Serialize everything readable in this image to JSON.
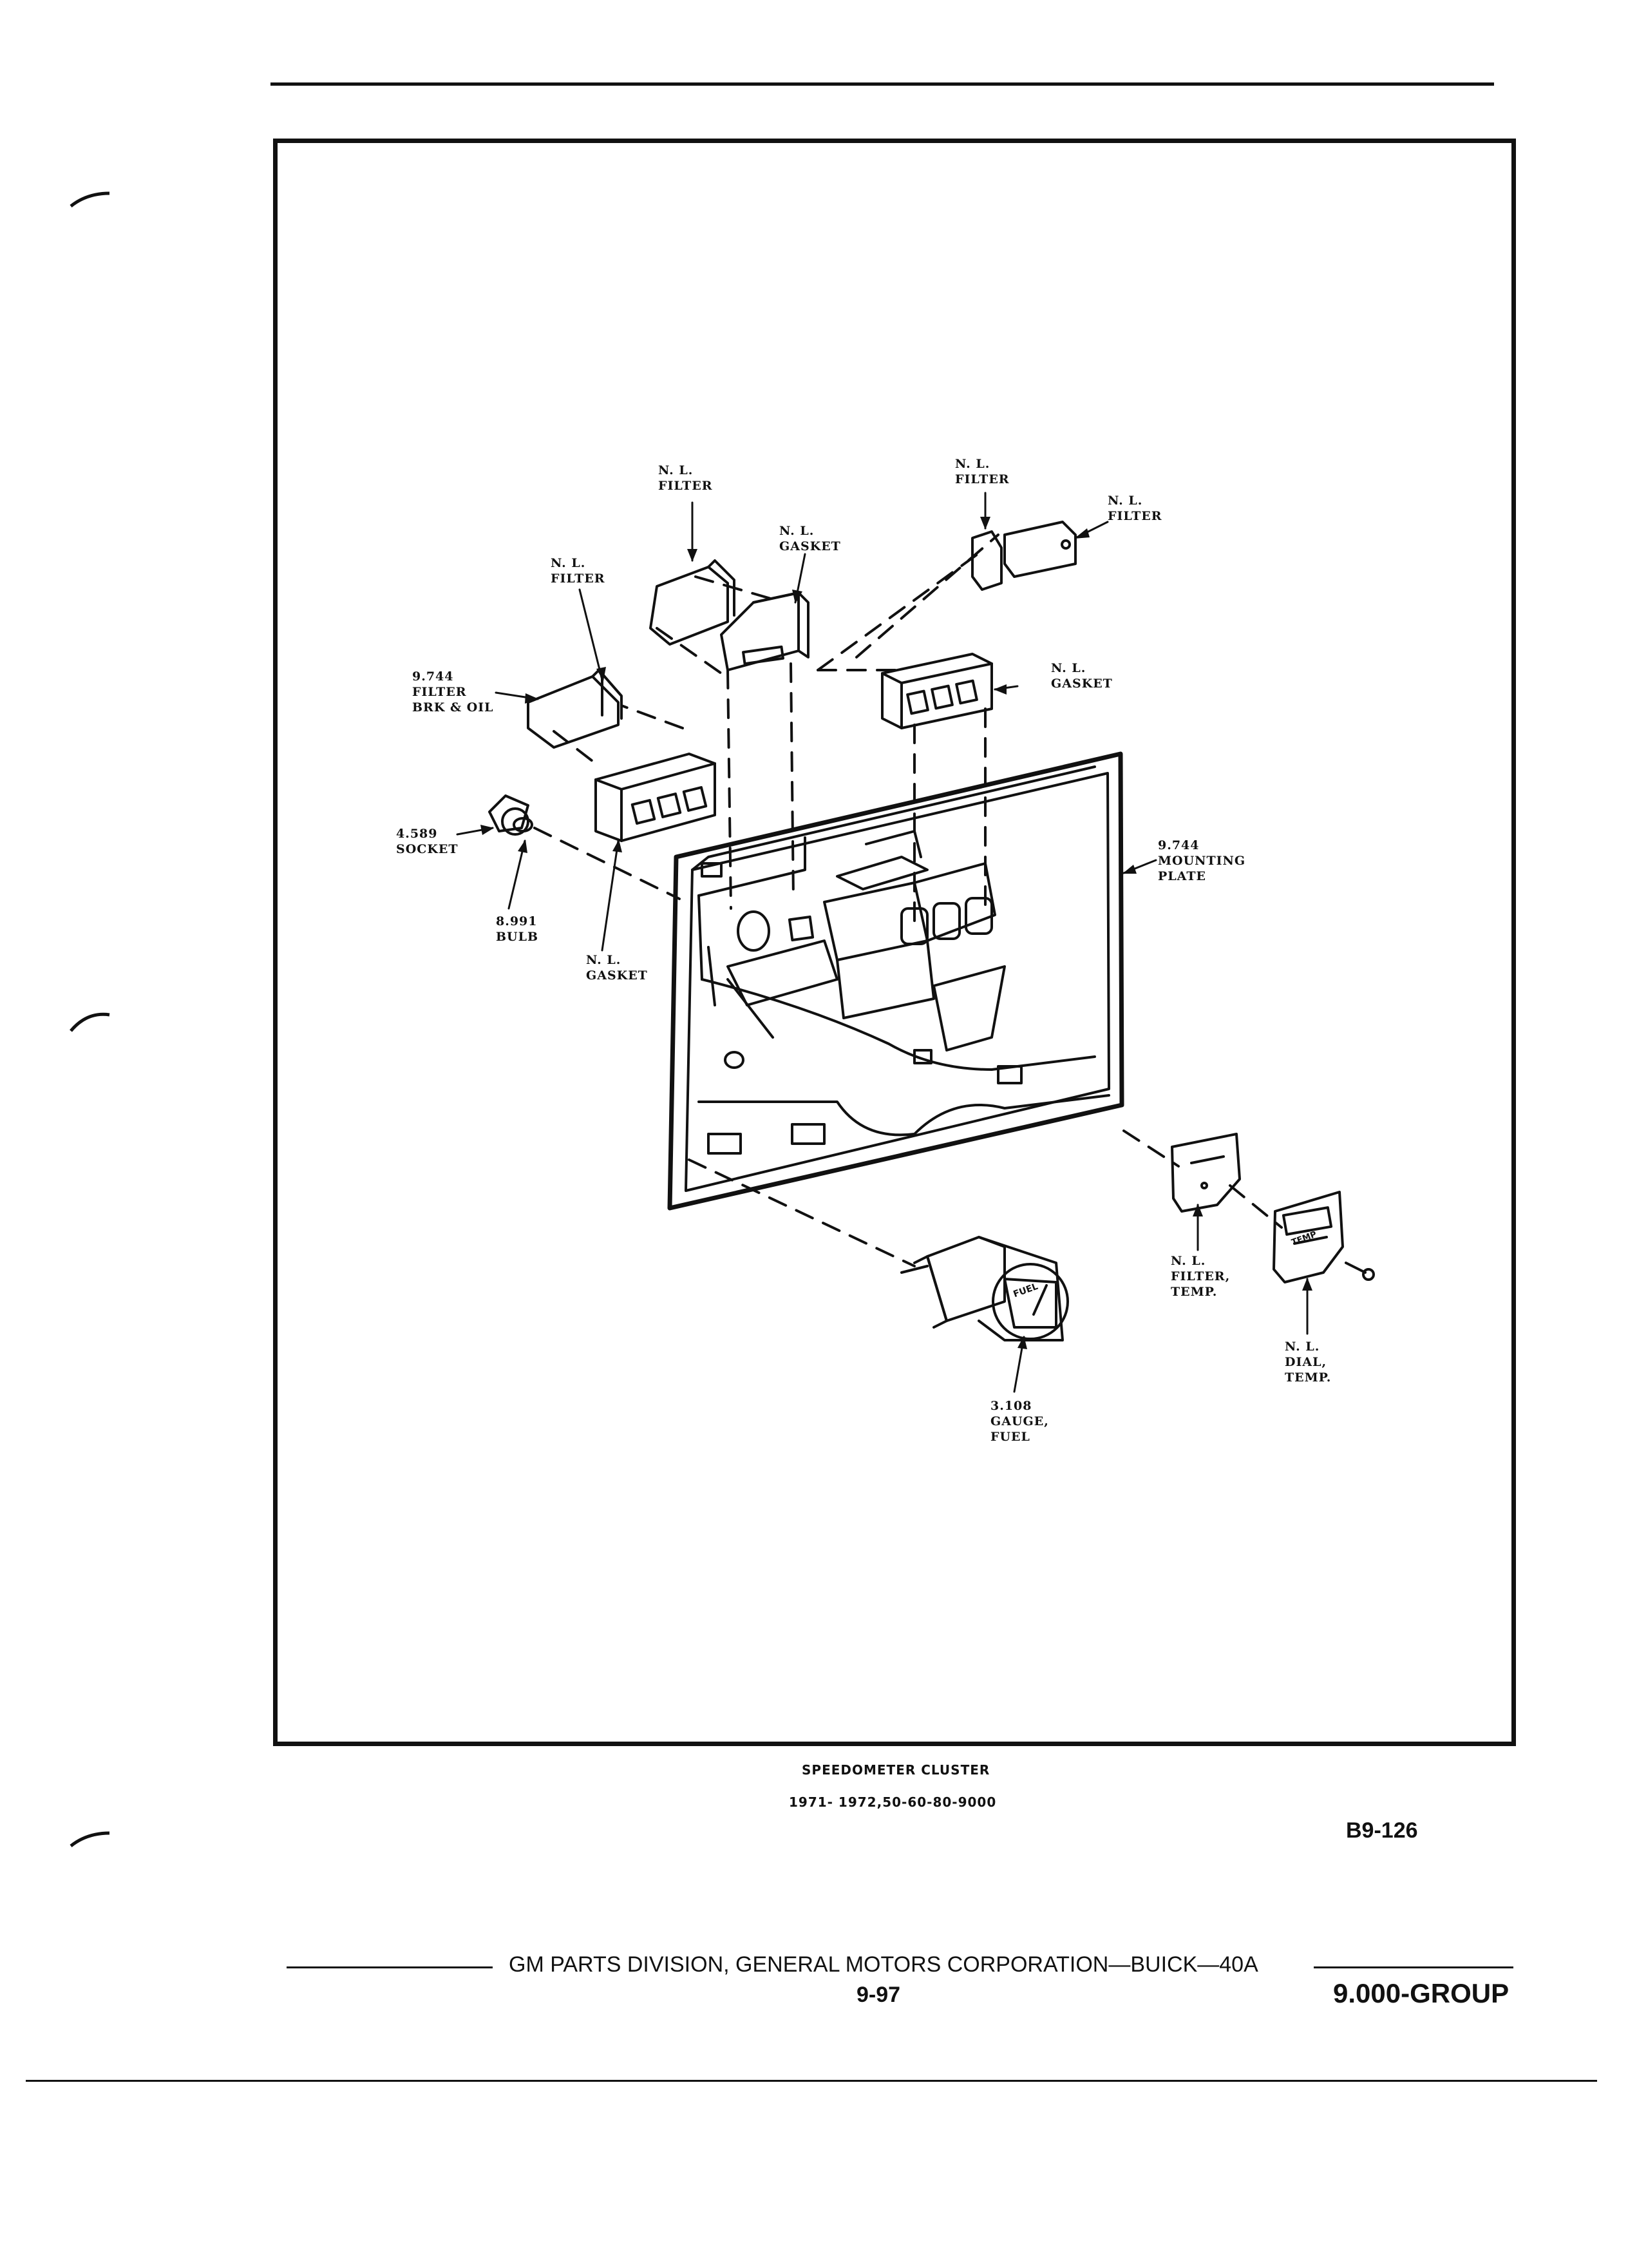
{
  "labels": {
    "filter_top_left": "N. L.\nFILTER",
    "gasket_top": "N. L.\nGASKET",
    "filter_top_right": "N. L.\nFILTER",
    "filter_far_right": "N. L.\nFILTER",
    "filter_left": "N. L.\nFILTER",
    "filter_brk_oil": "9.744\nFILTER\nBRK & OIL",
    "gasket_right": "N. L.\nGASKET",
    "socket": "4.589\nSOCKET",
    "mounting_plate": "9.744\nMOUNTING\nPLATE",
    "bulb": "8.991\nBULB",
    "gasket_left": "N. L.\nGASKET",
    "filter_temp": "N. L.\nFILTER,\nTEMP.",
    "dial_temp": "N. L.\nDIAL,\nTEMP.",
    "gauge_fuel": "3.108\nGAUGE,\nFUEL",
    "gauge_face_fuel": "FUEL",
    "gauge_face_temp": "TEMP"
  },
  "caption": {
    "title": "SPEEDOMETER CLUSTER",
    "subtitle": "1971- 1972,50-60-80-9000"
  },
  "figure_code": "B9-126",
  "footer": {
    "publisher": "GM PARTS DIVISION, GENERAL MOTORS CORPORATION—BUICK—40A",
    "page_number": "9-97",
    "group": "9.000-GROUP"
  }
}
